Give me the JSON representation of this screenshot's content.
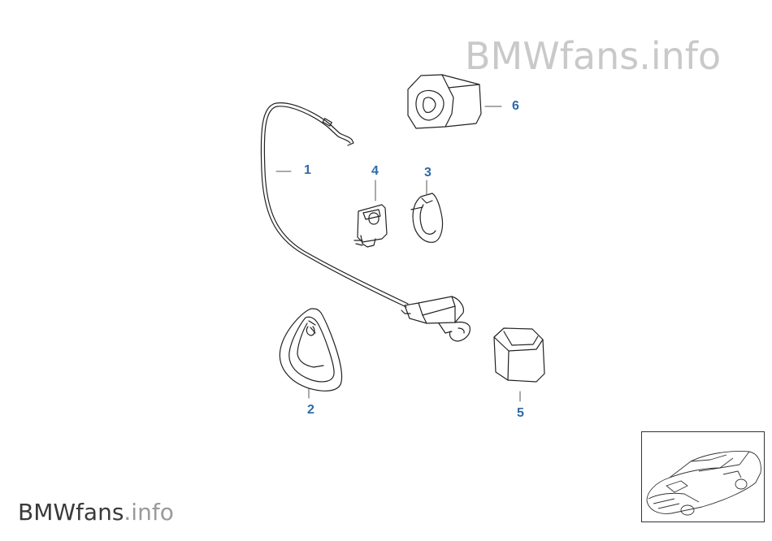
{
  "watermark": {
    "brand": "BMWfans",
    "suffix": ".info"
  },
  "callouts": {
    "p1": "1",
    "p2": "2",
    "p3": "3",
    "p4": "4",
    "p5": "5",
    "p6": "6"
  },
  "colors": {
    "callout": "#2e6aa8",
    "line": "#222222",
    "watermark": "#c9c9c9"
  },
  "thumbnail": {
    "icon": "car-thumbnail-icon"
  }
}
